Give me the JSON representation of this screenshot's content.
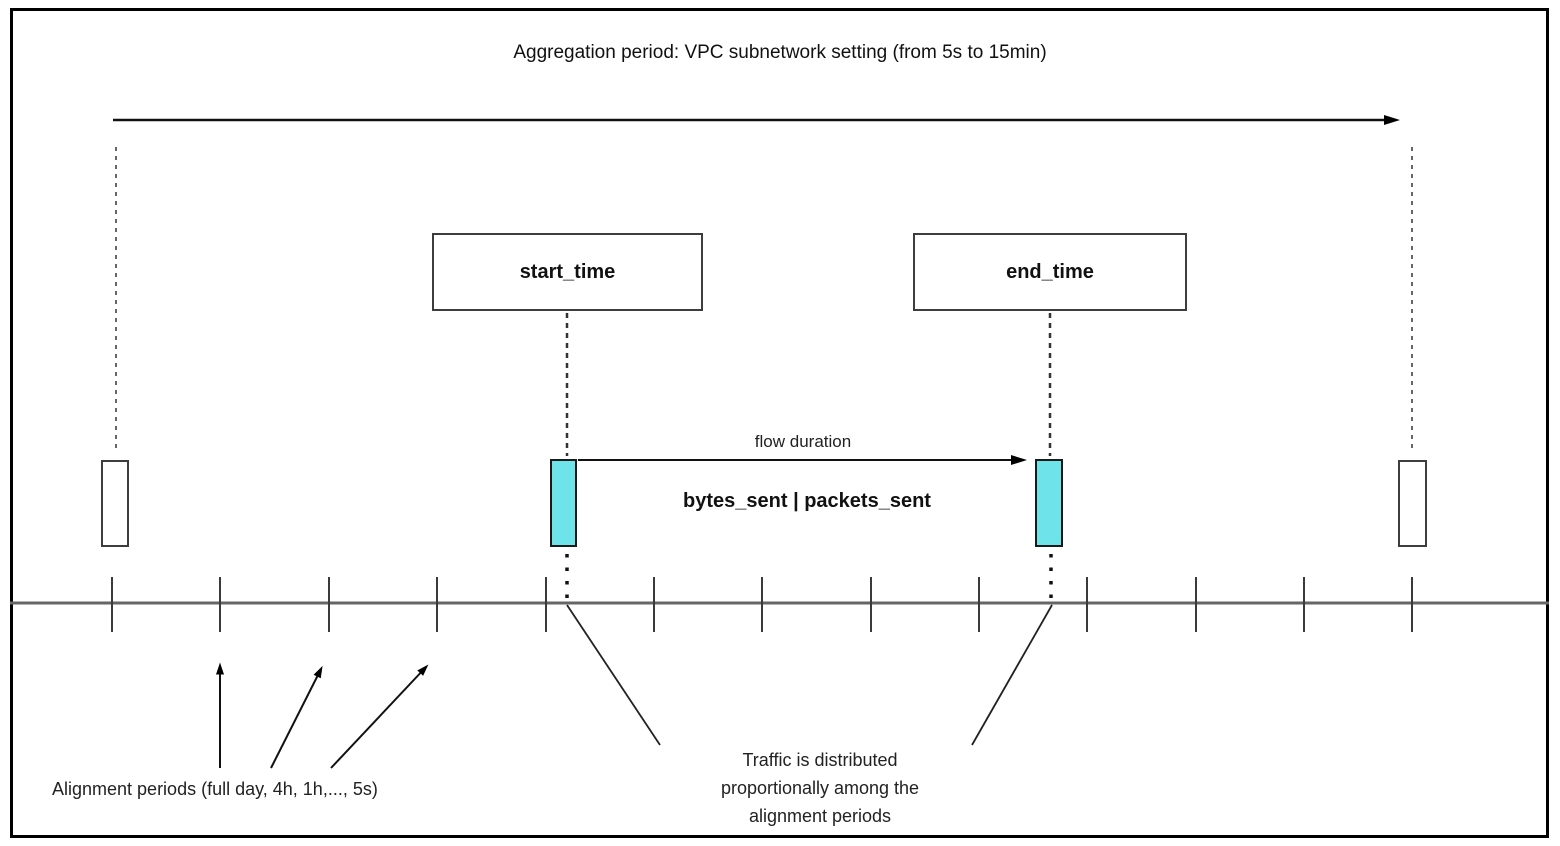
{
  "title": "Aggregation period: VPC subnetwork setting (from 5s to 15min)",
  "labels": {
    "start_box": "start_time",
    "end_box": "end_time",
    "flow_duration": "flow duration",
    "flow_metrics": "bytes_sent | packets_sent",
    "alignment_periods": "Alignment periods (full day, 4h, 1h,..., 5s)",
    "traffic_note_line1": "Traffic is distributed",
    "traffic_note_line2": "proportionally among the",
    "traffic_note_line3": "alignment periods"
  },
  "colors": {
    "flow_marker_fill": "#6FE3EA",
    "timeline": "#666666",
    "tick": "#3a3a3a",
    "ink": "#000000",
    "dashed_guide": "#666666"
  }
}
